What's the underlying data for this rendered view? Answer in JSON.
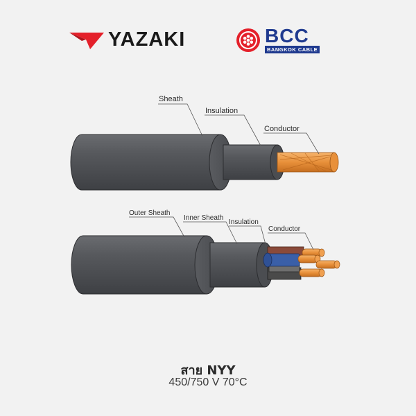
{
  "logos": {
    "yazaki": "YAZAKI",
    "bcc": "BCC",
    "bcc_sub": "BANGKOK CABLE"
  },
  "diagram_top": {
    "labels": {
      "sheath": "Sheath",
      "insulation": "Insulation",
      "conductor": "Conductor"
    }
  },
  "diagram_bottom": {
    "labels": {
      "outer_sheath": "Outer Sheath",
      "inner_sheath": "Inner Sheath",
      "insulation": "Insulation",
      "conductor": "Conductor"
    }
  },
  "caption": {
    "title": "สาย NYY",
    "spec": "450/750 V 70°C"
  },
  "colors": {
    "background": "#f2f2f2",
    "sheath": "#55575a",
    "copper": "#e8903a",
    "yazaki_red": "#e4202a",
    "bcc_blue": "#1f3a8f",
    "bcc_red": "#e4202a"
  }
}
